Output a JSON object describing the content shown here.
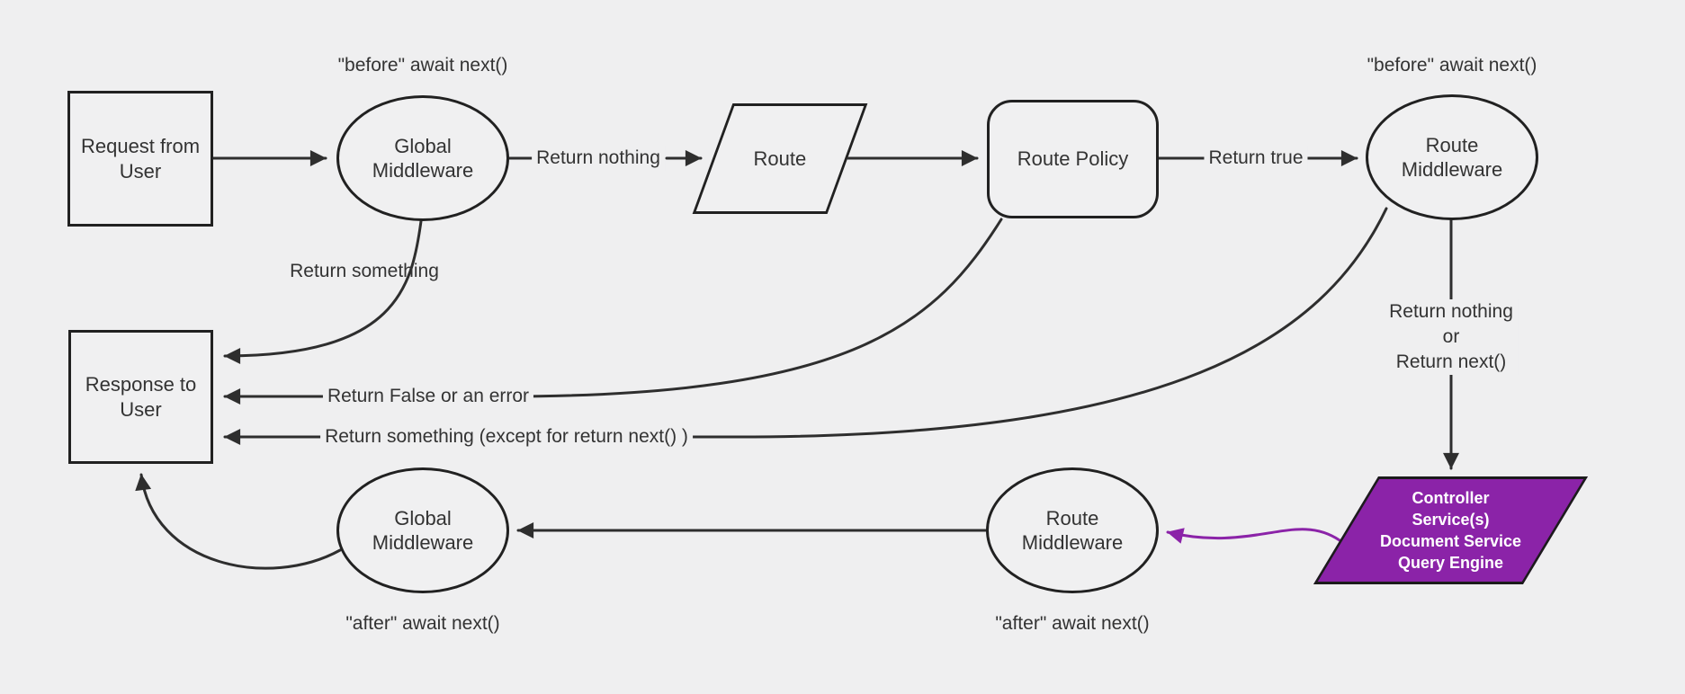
{
  "diagram": {
    "background": "#efeff0",
    "stroke_color": "#2e2e2e",
    "text_color": "#333333",
    "accent_purple": "#8b23a8",
    "nodes": {
      "request": {
        "label": "Request from User",
        "shape": "rectangle"
      },
      "global_middleware_top": {
        "label": "Global Middleware",
        "shape": "ellipse"
      },
      "route": {
        "label": "Route",
        "shape": "parallelogram"
      },
      "route_policy": {
        "label": "Route Policy",
        "shape": "rounded-rectangle"
      },
      "route_middleware_top": {
        "label": "Route Middleware",
        "shape": "ellipse"
      },
      "controller": {
        "label": "Controller\nService(s)\nDocument Service\nQuery Engine",
        "shape": "parallelogram",
        "fill": "#8b23a8",
        "text_color": "#ffffff"
      },
      "route_middleware_bottom": {
        "label": "Route Middleware",
        "shape": "ellipse"
      },
      "global_middleware_bottom": {
        "label": "Global Middleware",
        "shape": "ellipse"
      },
      "response": {
        "label": "Response to User",
        "shape": "rectangle"
      }
    },
    "edge_labels": {
      "before_await_left": "\"before\" await next()",
      "before_await_right": "\"before\" await next()",
      "return_nothing": "Return nothing",
      "return_true": "Return true",
      "return_something": "Return something",
      "return_false_or_error": "Return False or an error",
      "return_something_except": "Return something (except for return next() )",
      "return_nothing_or_next": "Return nothing\nor\nReturn next()",
      "after_await_left": "\"after\" await next()",
      "after_await_right": "\"after\" await next()"
    }
  }
}
